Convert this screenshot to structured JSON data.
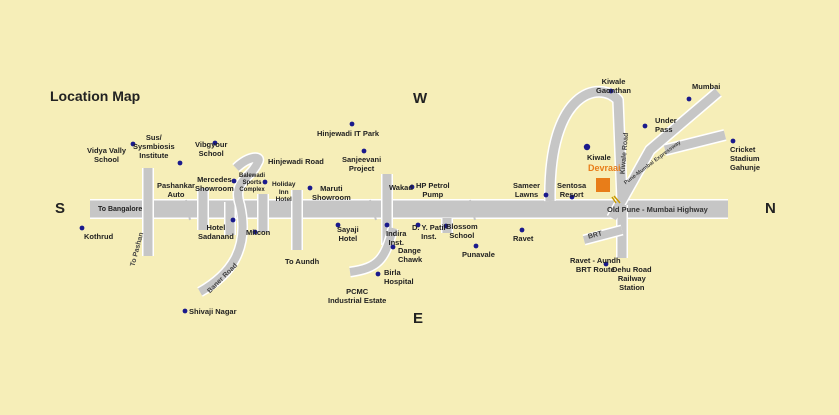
{
  "title": "Location Map",
  "directions": {
    "west": "W",
    "east": "E",
    "south": "S",
    "north": "N"
  },
  "colors": {
    "background": "#f6eeb8",
    "road": "#c6c6c6",
    "road_edge": "#ffffff",
    "dot": "#1a1a8c",
    "brand": "#e87d19",
    "site": "#e87d19"
  },
  "brand": "Devraai",
  "labels": {
    "vidya_vally": "Vidya Vally\nSchool",
    "symbiosis": "Sus/\nSysmbiosis\nInstitute",
    "vibgyour": "Vibgyour\nSchool",
    "pashankar": "Pashankar\nAuto",
    "mercedes": "Mercedes\nShowroom",
    "balewadi": "Balewadi\nSports\nComplex",
    "holiday_inn": "Holiday\nInn\nHotel",
    "hinjewadi_road": "Hinjewadi Road",
    "hinjewadi_it": "Hinjewadi IT Park",
    "sanjeevani": "Sanjeevani\nProject",
    "maruti": "Maruti\nShowroom",
    "wakad": "Wakad",
    "hp_petrol": "HP Petrol\nPump",
    "kothrud": "Kothrud",
    "to_bangalore": "To Bangalore",
    "hotel_sadanand": "Hotel\nSadanand",
    "mitcon": "Mitcon",
    "to_aundh": "To Aundh",
    "sayaji": "Sayaji\nHotel",
    "indira": "Indira\nInst.",
    "dy_patil": "D. Y. Patil\nInst.",
    "blossom": "Blossom\nSchool",
    "dange": "Dange\nChawk",
    "birla": "Birla\nHospital",
    "pcmc": "PCMC\nIndustrial Estate",
    "shivaji": "Shivaji Nagar",
    "punavale": "Punavale",
    "ravet": "Ravet",
    "sameer": "Sameer\nLawns",
    "sentosa": "Sentosa\nResort",
    "kiwale": "Kiwale",
    "kiwale_gaonthan": "Kiwale\nGaonthan",
    "mumbai": "Mumbai",
    "under_pass": "Under\nPass",
    "cricket": "Cricket\nStadium\nGahunje",
    "old_highway": "Old Pune - Mumbai Highway",
    "ravet_brt": "Ravet - Aundh\nBRT Route",
    "dehu": "Dehu Road\nRailway\nStation"
  },
  "road_names": {
    "to_pashan": "To Pashan",
    "baner_road": "Baner Road",
    "kiwale_road": "Kiwale Road",
    "expressway": "Pune-Mumbai Expressway",
    "brt": "BRT"
  }
}
